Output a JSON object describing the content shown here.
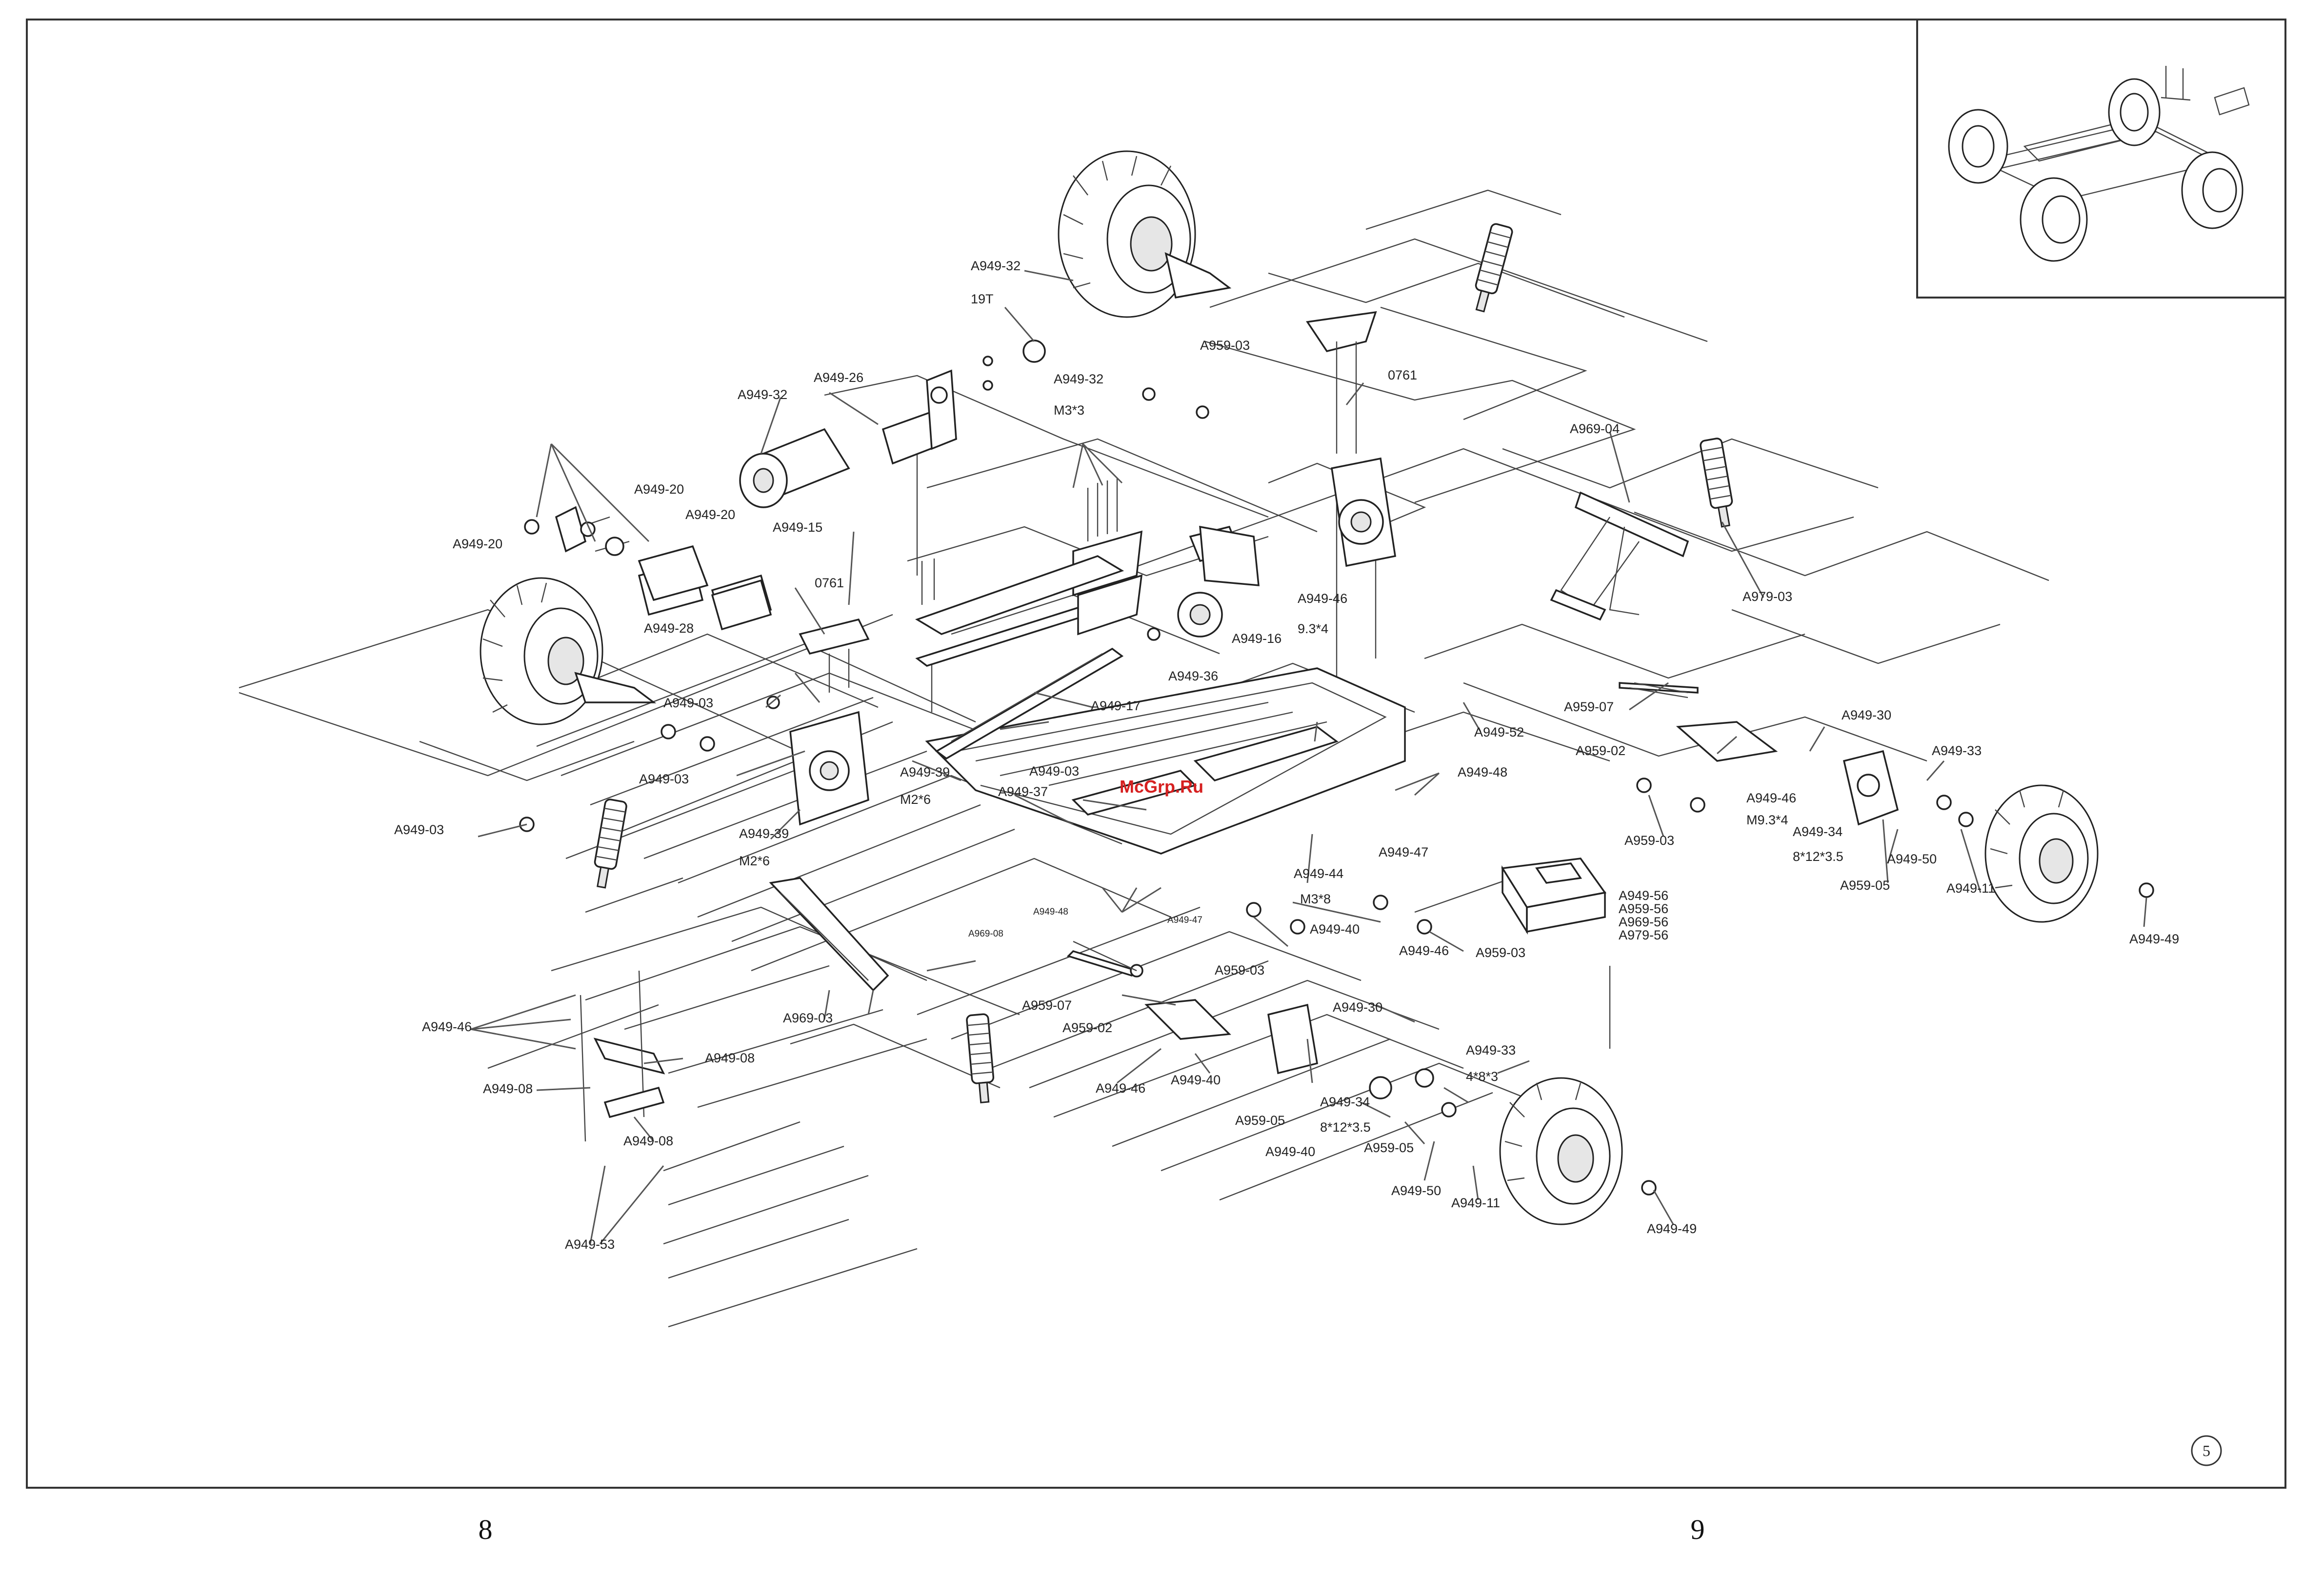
{
  "page": {
    "left_page_number": "8",
    "right_page_number": "9",
    "sheet_number": "5",
    "watermark": "McGrp.Ru"
  },
  "diagram": {
    "labels": [
      {
        "id": "l1",
        "text": "A949-32"
      },
      {
        "id": "l2",
        "text": "19T"
      },
      {
        "id": "l3",
        "text": "A949-32"
      },
      {
        "id": "l4",
        "text": "A949-26"
      },
      {
        "id": "l5",
        "text": "A949-32"
      },
      {
        "id": "l6",
        "text": "A959-03"
      },
      {
        "id": "l7",
        "text": "M3*3"
      },
      {
        "id": "l8",
        "text": "0761"
      },
      {
        "id": "l9",
        "text": "A969-04"
      },
      {
        "id": "l10",
        "text": "A949-20"
      },
      {
        "id": "l11",
        "text": "A949-20"
      },
      {
        "id": "l12",
        "text": "A949-20"
      },
      {
        "id": "l13",
        "text": "A949-15"
      },
      {
        "id": "l14",
        "text": "A949-28"
      },
      {
        "id": "l15",
        "text": "0761"
      },
      {
        "id": "l16",
        "text": "A949-46"
      },
      {
        "id": "l17",
        "text": "9.3*4"
      },
      {
        "id": "l18",
        "text": "A949-16"
      },
      {
        "id": "l19",
        "text": "A949-36"
      },
      {
        "id": "l20",
        "text": "A979-03"
      },
      {
        "id": "l21",
        "text": "A949-03"
      },
      {
        "id": "l22",
        "text": "A949-17"
      },
      {
        "id": "l23",
        "text": "A959-07"
      },
      {
        "id": "l24",
        "text": "A949-52"
      },
      {
        "id": "l25",
        "text": "A949-30"
      },
      {
        "id": "l26",
        "text": "A949-03"
      },
      {
        "id": "l27",
        "text": "A959-02"
      },
      {
        "id": "l28",
        "text": "A949-39"
      },
      {
        "id": "l29",
        "text": "A949-03"
      },
      {
        "id": "l30",
        "text": "A949-48"
      },
      {
        "id": "l31",
        "text": "A949-33"
      },
      {
        "id": "l32",
        "text": "A949-37"
      },
      {
        "id": "l33",
        "text": "M2*6"
      },
      {
        "id": "l34",
        "text": "A949-46"
      },
      {
        "id": "l35",
        "text": "M9.3*4"
      },
      {
        "id": "l36",
        "text": "A949-34"
      },
      {
        "id": "l37",
        "text": "A949-03"
      },
      {
        "id": "l38",
        "text": "A949-39"
      },
      {
        "id": "l39",
        "text": "A959-03"
      },
      {
        "id": "l40",
        "text": "8*12*3.5"
      },
      {
        "id": "l41",
        "text": "A949-47"
      },
      {
        "id": "l42",
        "text": "A949-50"
      },
      {
        "id": "l43",
        "text": "M2*6"
      },
      {
        "id": "l44",
        "text": "A949-44"
      },
      {
        "id": "l45",
        "text": "A959-05"
      },
      {
        "id": "l46",
        "text": "A949-11"
      },
      {
        "id": "l47",
        "text": "M3*8"
      },
      {
        "id": "l48",
        "text": "A949-56"
      },
      {
        "id": "l49",
        "text": "A959-56"
      },
      {
        "id": "l50",
        "text": "A969-56"
      },
      {
        "id": "l51",
        "text": "A979-56"
      },
      {
        "id": "l52",
        "text": "A949-48"
      },
      {
        "id": "l53",
        "text": "A949-47"
      },
      {
        "id": "l54",
        "text": "A949-40"
      },
      {
        "id": "l55",
        "text": "A949-49"
      },
      {
        "id": "l56",
        "text": "A969-08"
      },
      {
        "id": "l57",
        "text": "A949-46"
      },
      {
        "id": "l58",
        "text": "A959-03"
      },
      {
        "id": "l59",
        "text": "A959-03"
      },
      {
        "id": "l60",
        "text": "A969-03"
      },
      {
        "id": "l61",
        "text": "A959-07"
      },
      {
        "id": "l62",
        "text": "A949-30"
      },
      {
        "id": "l63",
        "text": "A959-02"
      },
      {
        "id": "l64",
        "text": "A949-46"
      },
      {
        "id": "l65",
        "text": "A949-08"
      },
      {
        "id": "l66",
        "text": "A949-33"
      },
      {
        "id": "l67",
        "text": "4*8*3"
      },
      {
        "id": "l68",
        "text": "A949-08"
      },
      {
        "id": "l69",
        "text": "A949-46"
      },
      {
        "id": "l70",
        "text": "A949-40"
      },
      {
        "id": "l71",
        "text": "A949-34"
      },
      {
        "id": "l72",
        "text": "8*12*3.5"
      },
      {
        "id": "l73",
        "text": "A949-08"
      },
      {
        "id": "l74",
        "text": "A959-05"
      },
      {
        "id": "l75",
        "text": "A959-05"
      },
      {
        "id": "l76",
        "text": "A949-40"
      },
      {
        "id": "l77",
        "text": "A949-50"
      },
      {
        "id": "l78",
        "text": "A949-11"
      },
      {
        "id": "l79",
        "text": "A949-49"
      },
      {
        "id": "l80",
        "text": "A949-53"
      }
    ]
  }
}
